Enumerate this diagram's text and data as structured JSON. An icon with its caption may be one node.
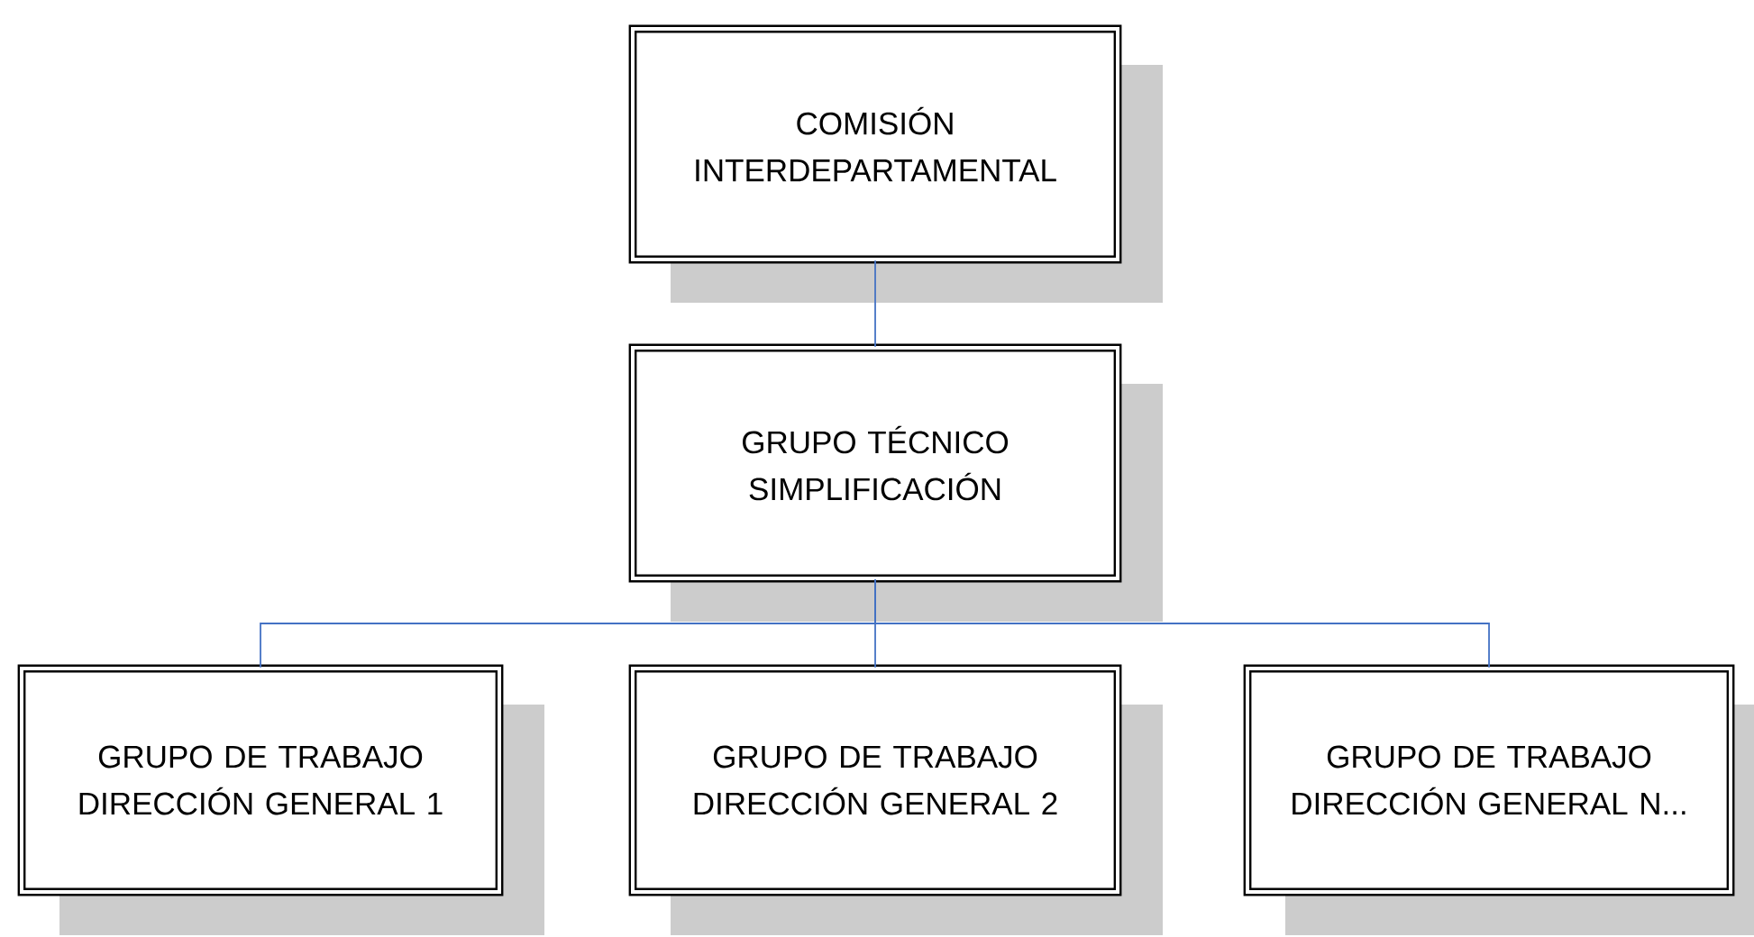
{
  "diagram": {
    "nodes": [
      {
        "text": [
          "COMISIÓN INTERDEPARTAMENTAL"
        ]
      },
      {
        "text": [
          "GRUPO TÉCNICO SIMPLIFICACIÓN"
        ]
      },
      {
        "text": [
          "GRUPO DE TRABAJO DIRECCIÓN GENERAL 1"
        ]
      },
      {
        "text": [
          "GRUPO DE TRABAJO DIRECCIÓN GENERAL 2"
        ]
      },
      {
        "text": [
          "GRUPO DE TRABAJO DIRECCIÓN GENERAL N..."
        ]
      }
    ],
    "edges": [
      {
        "from": 0,
        "to": 1,
        "arrow": "none"
      },
      {
        "from": 1,
        "to": 2,
        "arrow": "none"
      },
      {
        "from": 1,
        "to": 3,
        "arrow": "none"
      },
      {
        "from": 1,
        "to": 4,
        "arrow": "none"
      }
    ]
  }
}
